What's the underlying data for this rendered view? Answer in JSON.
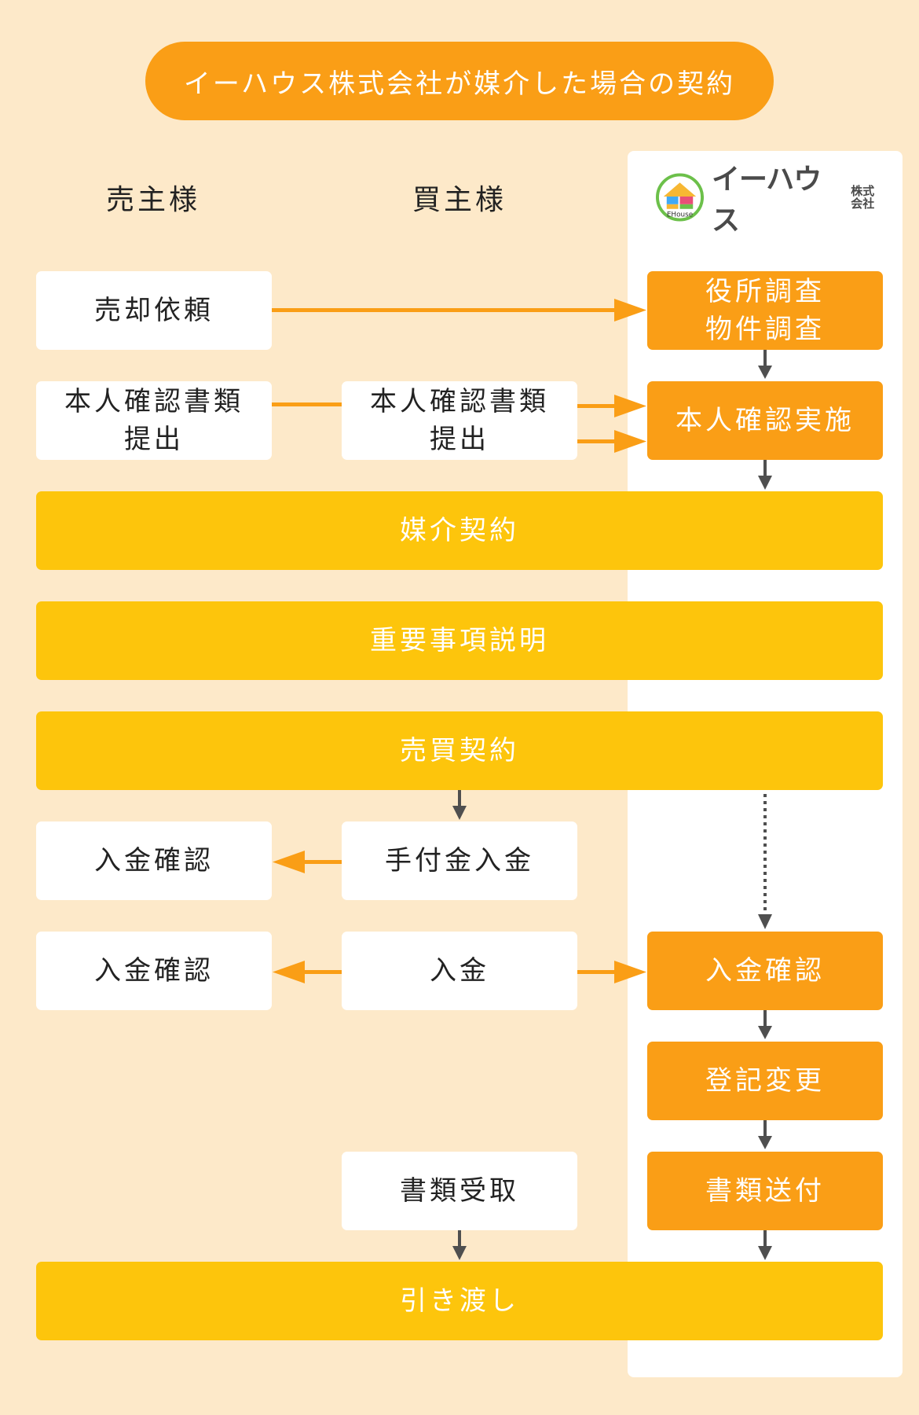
{
  "title": "イーハウス株式会社が媒介した場合の契約",
  "columns": {
    "seller": "売主様",
    "buyer": "買主様"
  },
  "logo": {
    "badge_text": "EHouse",
    "name": "イーハウス",
    "suffix": "株式会社"
  },
  "seller": {
    "sale_request": "売却依頼",
    "id_docs": "本人確認書類\n提出",
    "payment_check_1": "入金確認",
    "payment_check_2": "入金確認"
  },
  "buyer": {
    "id_docs": "本人確認書類\n提出",
    "deposit": "手付金入金",
    "payment": "入金",
    "docs_received": "書類受取"
  },
  "company": {
    "survey": "役所調査\n物件調査",
    "id_check": "本人確認実施",
    "payment_check": "入金確認",
    "registration": "登記変更",
    "docs_sent": "書類送付"
  },
  "shared": {
    "brokerage": "媒介契約",
    "explanation": "重要事項説明",
    "sales_contract": "売買契約",
    "handover": "引き渡し"
  },
  "colors": {
    "background": "#fde9c9",
    "orange": "#fa9e16",
    "yellow": "#fdc50c",
    "connector_gray": "#4f4f4f"
  }
}
